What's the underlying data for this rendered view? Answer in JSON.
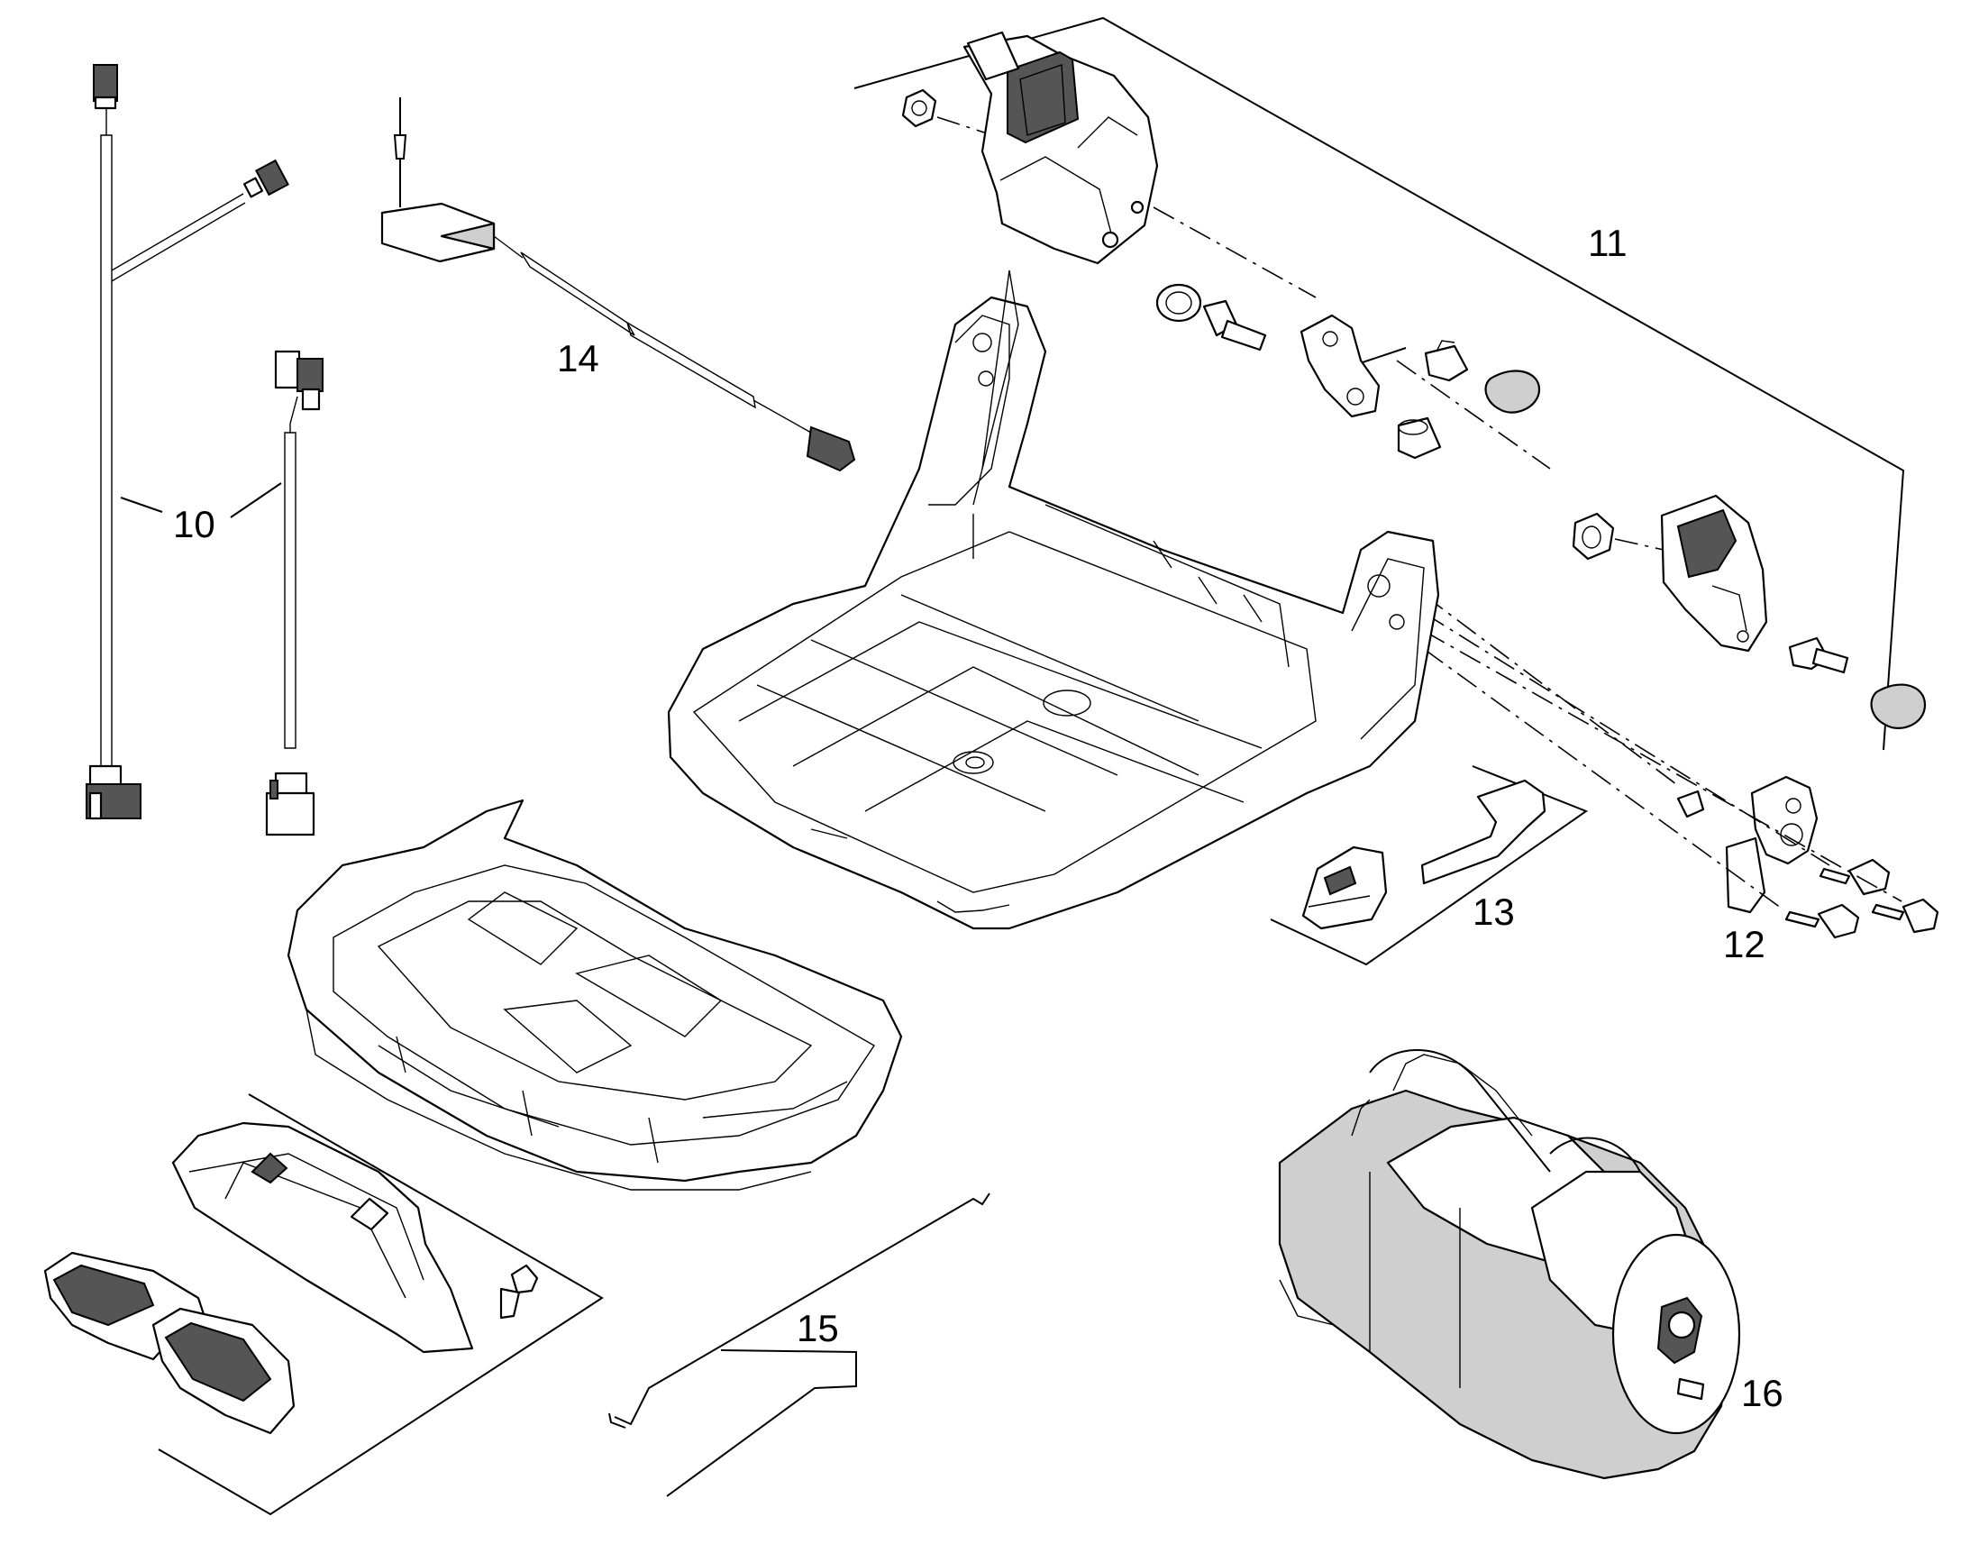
{
  "callouts": [
    {
      "id": "10",
      "label": "10"
    },
    {
      "id": "11",
      "label": "11"
    },
    {
      "id": "12",
      "label": "12"
    },
    {
      "id": "13",
      "label": "13"
    },
    {
      "id": "14",
      "label": "14"
    },
    {
      "id": "15",
      "label": "15"
    },
    {
      "id": "16",
      "label": "16"
    }
  ]
}
